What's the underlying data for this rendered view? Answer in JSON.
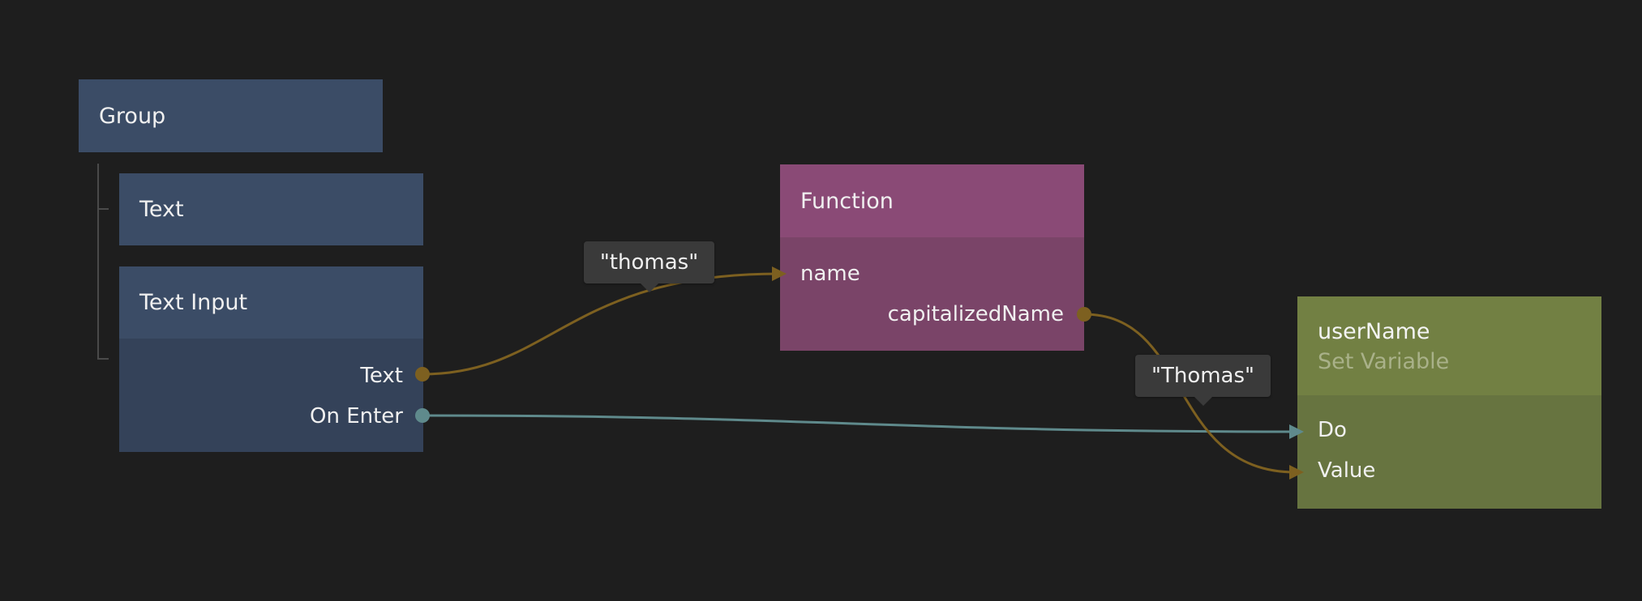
{
  "colors": {
    "background": "#1e1e1e",
    "visual_node": "#3b4c66",
    "function_node": "#8a4a76",
    "variable_node": "#728043",
    "string_wire": "#7d6020",
    "signal_wire": "#5f8a8c"
  },
  "nodes": {
    "group": {
      "title": "Group"
    },
    "text": {
      "title": "Text"
    },
    "text_input": {
      "title": "Text Input",
      "ports": {
        "text": "Text",
        "on_enter": "On Enter"
      }
    },
    "function": {
      "title": "Function",
      "ports": {
        "name": "name",
        "capitalized_name": "capitalizedName"
      }
    },
    "set_variable": {
      "title": "userName",
      "subtitle": "Set Variable",
      "ports": {
        "do": "Do",
        "value": "Value"
      }
    }
  },
  "tooltips": {
    "input_value": "\"thomas\"",
    "output_value": "\"Thomas\""
  }
}
